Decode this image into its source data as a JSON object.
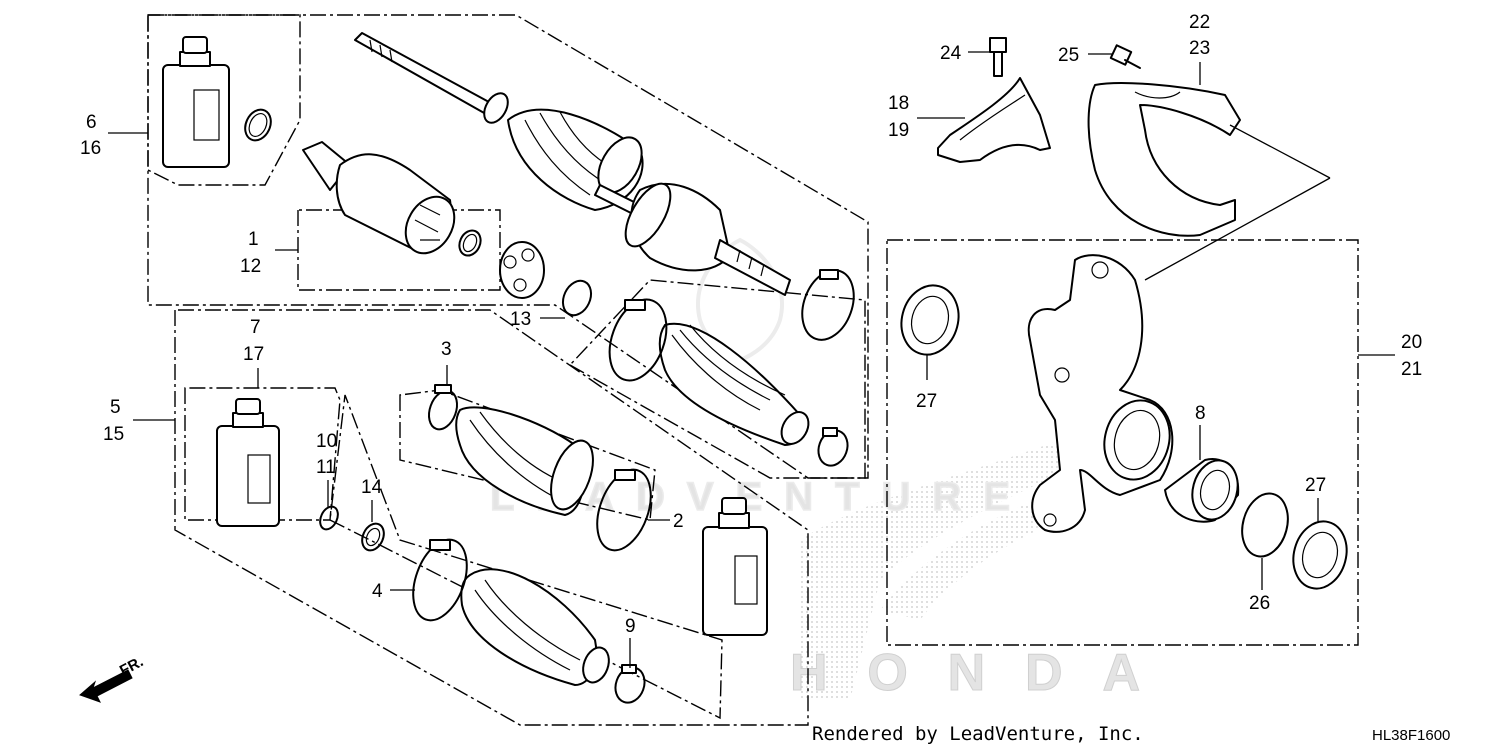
{
  "diagram": {
    "callouts": {
      "c1": "1",
      "c12": "12",
      "c13": "13",
      "c6": "6",
      "c16": "16",
      "c7": "7",
      "c17": "17",
      "c5": "5",
      "c15": "15",
      "c3": "3",
      "c10": "10",
      "c11": "11",
      "c14": "14",
      "c2": "2",
      "c4": "4",
      "c9": "9",
      "c24": "24",
      "c25": "25",
      "c22": "22",
      "c23": "23",
      "c18": "18",
      "c19": "19",
      "c20": "20",
      "c21": "21",
      "c27a": "27",
      "c8": "8",
      "c27b": "27",
      "c26": "26"
    },
    "direction_label": "FR.",
    "watermark_brand": "HONDA",
    "watermark_dealer": "LEADVENTURE",
    "credit": "Rendered by LeadVenture, Inc.",
    "diagram_code": "HL38F1600"
  }
}
